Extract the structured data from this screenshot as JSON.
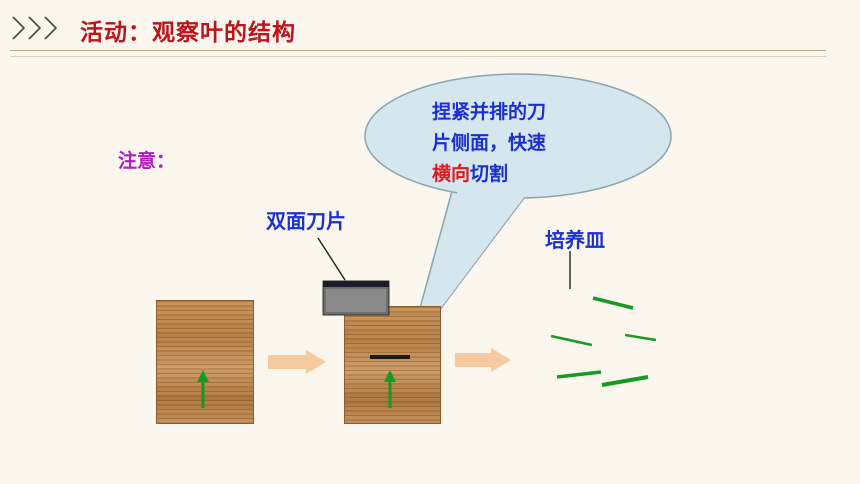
{
  "header": {
    "title": "活动：观察叶的结构"
  },
  "note": {
    "label": "注意："
  },
  "bubble": {
    "line1": "捏紧并排的刀",
    "line2": "片侧面，快速",
    "line3_red": "横向",
    "line3_rest": "切割"
  },
  "labels": {
    "blade": "双面刀片",
    "dish": "培养皿"
  },
  "colors": {
    "title": "#c0121b",
    "note": "#b519c9",
    "label_blue": "#1a2fd6",
    "emphasis_red": "#e0191d",
    "bubble_fill": "#d6e6ee",
    "arrow": "#f8caa0",
    "green": "#169a21"
  }
}
